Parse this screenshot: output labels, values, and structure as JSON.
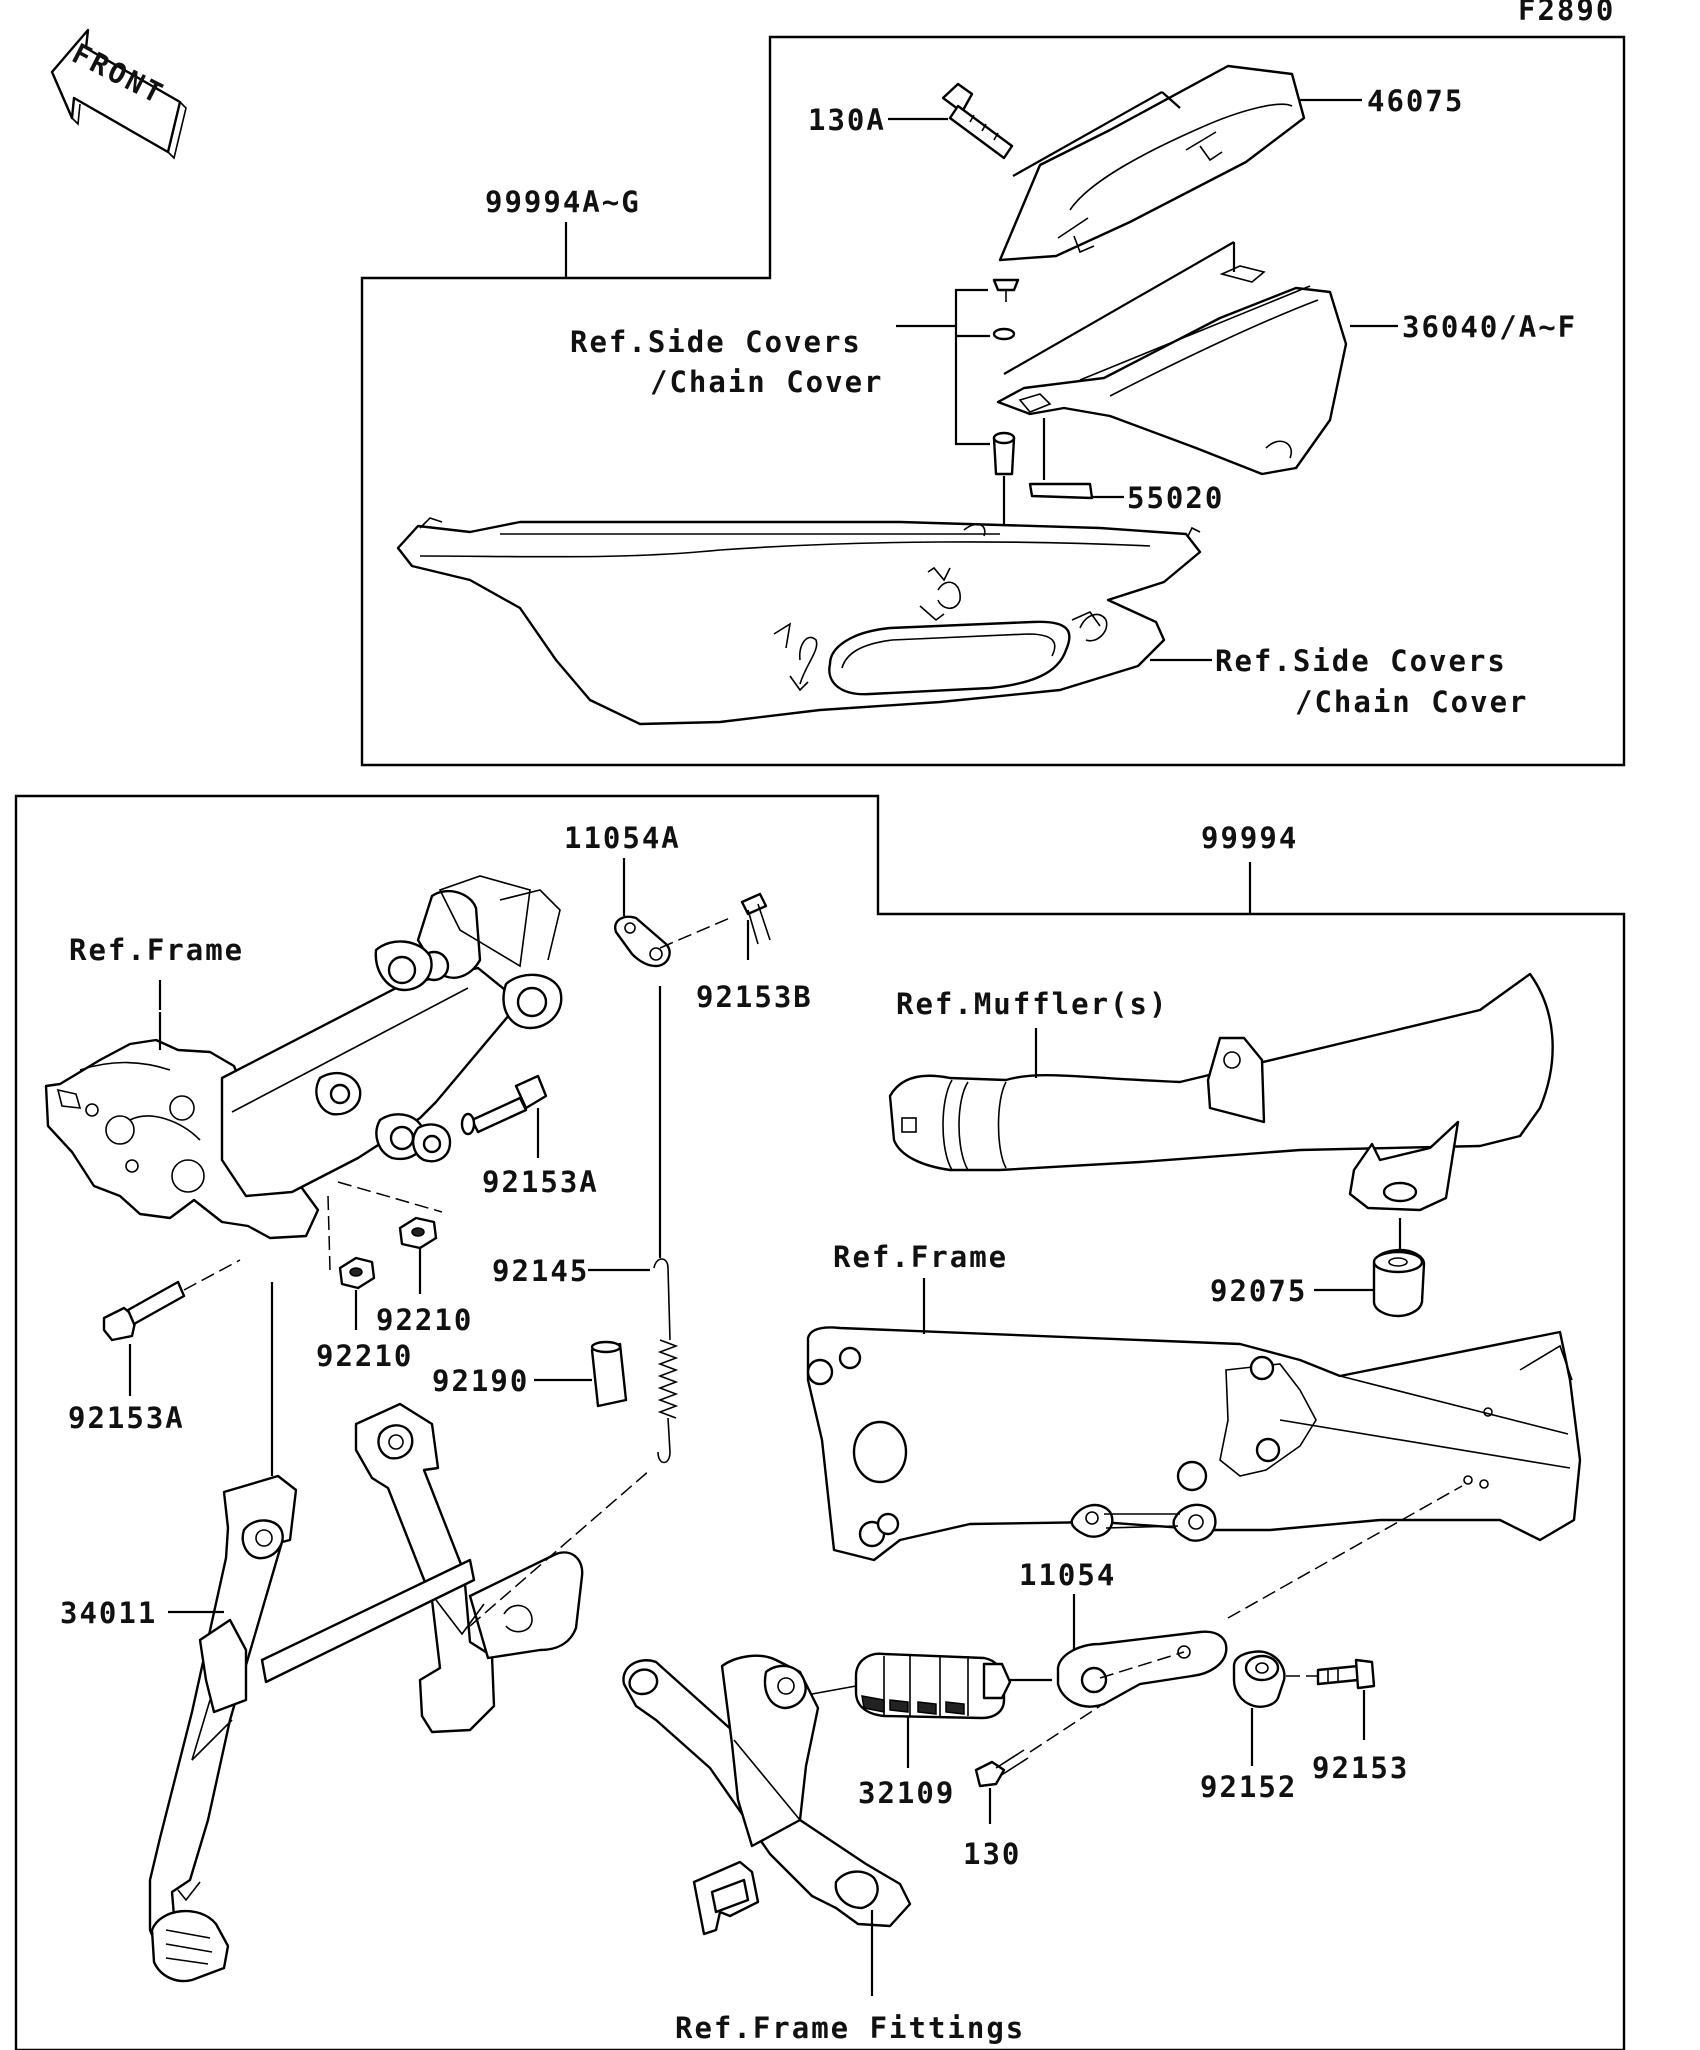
{
  "figure_code": "F2890",
  "front_icon": {
    "text": "FRONT",
    "icon": "front-arrow-icon"
  },
  "colors": {
    "ink": "#000000",
    "paper": "#ffffff"
  },
  "labels": {
    "p99994AG": "99994A~G",
    "p130A": "130A",
    "p46075": "46075",
    "refSideCovers1a": "Ref.Side Covers",
    "refSideCovers1b": "/Chain Cover",
    "p36040": "36040/A~F",
    "p55020": "55020",
    "refSideCovers2a": "Ref.Side Covers",
    "refSideCovers2b": "/Chain Cover",
    "p11054A": "11054A",
    "p99994": "99994",
    "refFrame1": "Ref.Frame",
    "p92153B": "92153B",
    "refMuffler": "Ref.Muffler(s)",
    "p92153A_1": "92153A",
    "p92145": "92145",
    "refFrame2": "Ref.Frame",
    "p92075": "92075",
    "p92210_1": "92210",
    "p92210_2": "92210",
    "p92190": "92190",
    "p92153A_2": "92153A",
    "p11054": "11054",
    "p34011": "34011",
    "p92152": "92152",
    "p92153": "92153",
    "p32109": "32109",
    "p130": "130",
    "refFrameFittings": "Ref.Frame Fittings"
  }
}
